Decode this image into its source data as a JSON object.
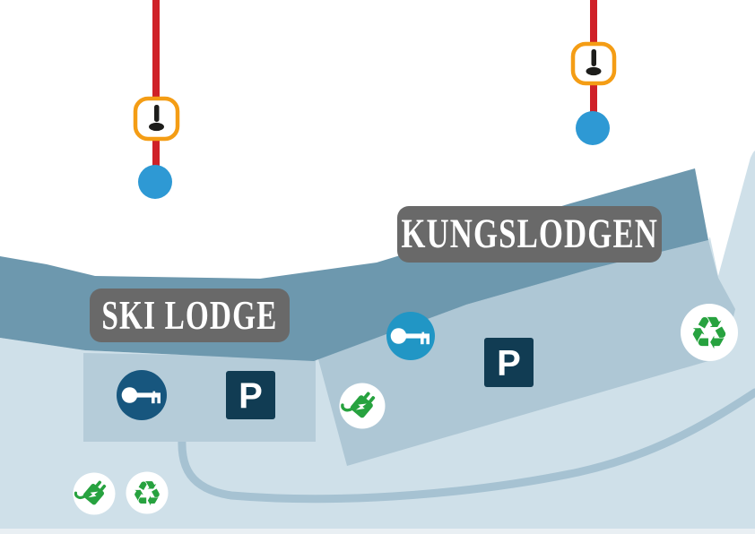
{
  "page": {
    "title": "Ski resort area map"
  },
  "labels": {
    "kungslodgen": "KUNGSLODGEN",
    "ski_lodge": "SKI LODGE"
  },
  "glyphs": {
    "parking": "P",
    "recycle": "♻"
  },
  "icons": {
    "drag_lift": "drag-lift-icon",
    "lift_station": "lift-base-station",
    "key": "key-icon",
    "parking": "parking-icon",
    "ev_charging": "ev-charging-icon",
    "recycling": "recycling-icon"
  },
  "colors": {
    "base_area": "#cfe0e9",
    "slope_band": "#6d98ae",
    "building_ski_lodge": "#b5ccd9",
    "building_kungslodgen": "#aec7d5",
    "road": "#a6c2d2",
    "bottom_strip": "#e9eff3",
    "white_sliver": "#ffffff",
    "lift_line_red": "#cf2128",
    "lift_badge_orange": "#f49d15",
    "lift_badge_bg": "#ffffff",
    "lift_icon_black": "#1d1d1b",
    "lift_station_blue": "#2e99d4",
    "key_circle_dark": "#17567e",
    "key_circle_light": "#2196c5",
    "key_white": "#ffffff",
    "parking_bg": "#113c53",
    "parking_text": "#ffffff",
    "green": "#27a23f",
    "icon_circle_white": "#ffffff",
    "label_bg": "#696969",
    "label_text": "#ffffff"
  }
}
